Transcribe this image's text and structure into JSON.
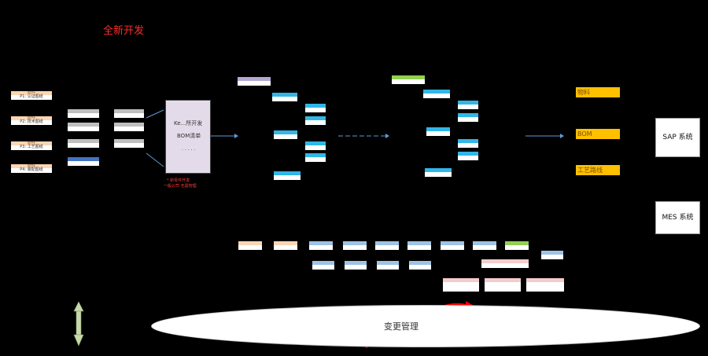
{
  "title": "全新开发",
  "ellipse_label": "变更管理",
  "outputs": [
    "物料",
    "BOM",
    "工艺路线"
  ],
  "systems": [
    "SAP 系统",
    "MES 系统"
  ],
  "center_box": {
    "line1": "Ke...所开发",
    "line2": "BOM清单",
    "note1": "* 新零件开发",
    "note2": "一般公司 无需管理"
  },
  "left_inputs": [
    {
      "top": "原件",
      "bottom": "P1: 认证图纸"
    },
    {
      "top": "原件",
      "bottom": "P2: 技术图纸"
    },
    {
      "top": "原件",
      "bottom": "P3: 工艺图纸"
    },
    {
      "top": "原件",
      "bottom": "P4: 装配图纸"
    }
  ],
  "colors": {
    "background": "#000000",
    "peach": "#fcd5b4",
    "gray": "#bfbfbf",
    "blue": "#4472c4",
    "purple": "#b4a7d6",
    "cyan": "#31b6e7",
    "green": "#92d050",
    "orange": "#ffc000",
    "lightblue": "#9dc3e6",
    "pink": "#f4cccc",
    "arrow_red": "#ff0000",
    "arrow_green": "#c6d9a8",
    "line_blue": "#5b9bd5"
  }
}
